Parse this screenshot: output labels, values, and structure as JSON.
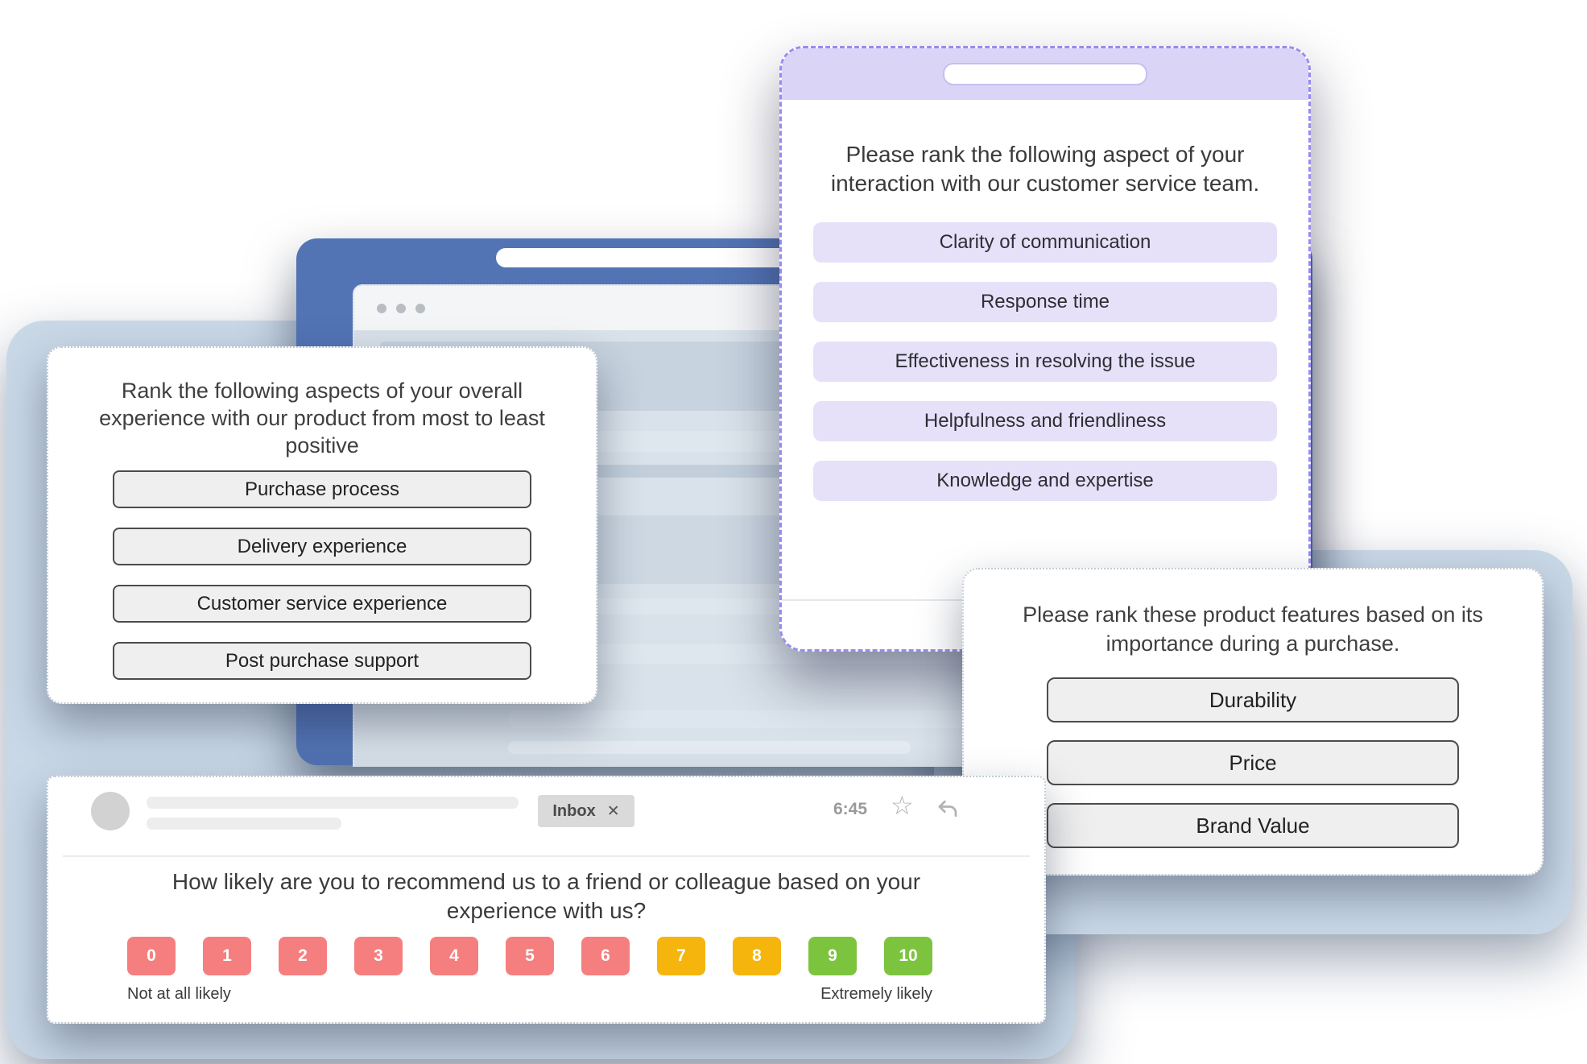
{
  "colors": {
    "accent_purple": "#978cef",
    "purple_header": "#dad5f6",
    "purple_option": "#e6e1f9",
    "canvas_blue": "#c9d8e7",
    "browser_blue": "#5273b4",
    "nps_detractor": "#f57f7f",
    "nps_passive": "#f5b50d",
    "nps_promoter": "#7cc43e"
  },
  "icons": {
    "star": "☆",
    "close": "✕"
  },
  "cards": {
    "product_rank": {
      "title": "Rank the following aspects of your overall experience with our product from most to least positive",
      "options": [
        "Purchase process",
        "Delivery experience",
        "Customer service experience",
        "Post purchase support"
      ]
    },
    "service_rank": {
      "title": "Please rank the following aspect of your interaction with our customer service team.",
      "options": [
        "Clarity of communication",
        "Response time",
        "Effectiveness in resolving the issue",
        "Helpfulness and friendliness",
        "Knowledge and expertise"
      ]
    },
    "feature_rank": {
      "title": "Please rank these product features based on its importance during a purchase.",
      "options": [
        "Durability",
        "Price",
        "Brand Value"
      ]
    }
  },
  "email": {
    "tag": "Inbox",
    "time": "6:45"
  },
  "nps": {
    "question": "How likely are you to recommend us to a friend or colleague based on your experience with us?",
    "left_label": "Not at all likely",
    "right_label": "Extremely likely",
    "scale": [
      {
        "label": "0",
        "tone": "detractor"
      },
      {
        "label": "1",
        "tone": "detractor"
      },
      {
        "label": "2",
        "tone": "detractor"
      },
      {
        "label": "3",
        "tone": "detractor"
      },
      {
        "label": "4",
        "tone": "detractor"
      },
      {
        "label": "5",
        "tone": "detractor"
      },
      {
        "label": "6",
        "tone": "detractor"
      },
      {
        "label": "7",
        "tone": "passive"
      },
      {
        "label": "8",
        "tone": "passive"
      },
      {
        "label": "9",
        "tone": "promoter"
      },
      {
        "label": "10",
        "tone": "promoter"
      }
    ]
  }
}
